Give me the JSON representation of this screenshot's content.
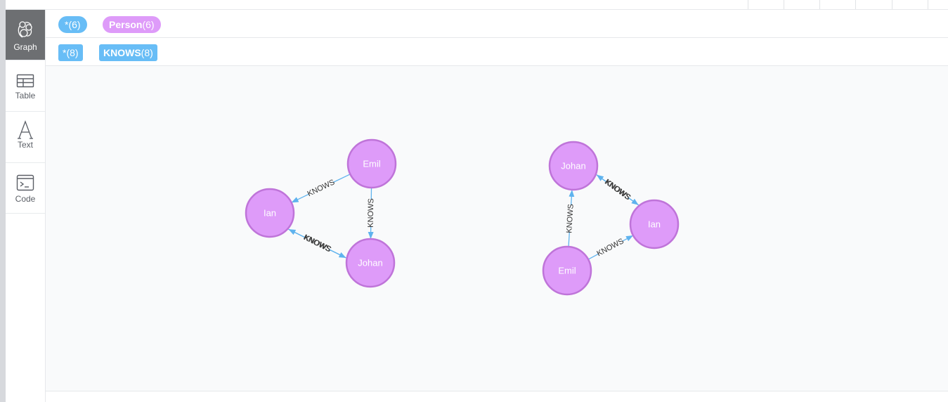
{
  "sidebar": {
    "items": [
      {
        "label": "Graph",
        "icon": "graph-icon"
      },
      {
        "label": "Table",
        "icon": "table-icon"
      },
      {
        "label": "Text",
        "icon": "text-icon"
      },
      {
        "label": "Code",
        "icon": "code-icon"
      }
    ],
    "active": "Graph"
  },
  "node_labels": {
    "all": {
      "name": "*",
      "count": "(6)"
    },
    "person": {
      "name": "Person",
      "count": "(6)"
    }
  },
  "rel_types": {
    "all": {
      "name": "*",
      "count": "(8)"
    },
    "knows": {
      "name": "KNOWS",
      "count": "(8)"
    }
  },
  "colors": {
    "node_fill": "#de9bf9",
    "node_stroke": "#bf74d9",
    "rel_blue": "#68bdf6",
    "edge_color": "#5fb3ee"
  },
  "graph": {
    "nodes": [
      {
        "id": "a_emil",
        "name": "Emil"
      },
      {
        "id": "a_ian",
        "name": "Ian"
      },
      {
        "id": "a_johan",
        "name": "Johan"
      },
      {
        "id": "b_johan",
        "name": "Johan"
      },
      {
        "id": "b_ian",
        "name": "Ian"
      },
      {
        "id": "b_emil",
        "name": "Emil"
      }
    ],
    "relationships": [
      {
        "from": "a_emil",
        "to": "a_ian",
        "type": "KNOWS"
      },
      {
        "from": "a_emil",
        "to": "a_johan",
        "type": "KNOWS"
      },
      {
        "from": "a_johan",
        "to": "a_ian",
        "type": "KNOWS"
      },
      {
        "from": "a_ian",
        "to": "a_johan",
        "type": "KNOWS"
      },
      {
        "from": "b_ian",
        "to": "b_johan",
        "type": "KNOWS"
      },
      {
        "from": "b_johan",
        "to": "b_ian",
        "type": "KNOWS"
      },
      {
        "from": "b_emil",
        "to": "b_johan",
        "type": "KNOWS"
      },
      {
        "from": "b_emil",
        "to": "b_ian",
        "type": "KNOWS"
      }
    ]
  }
}
